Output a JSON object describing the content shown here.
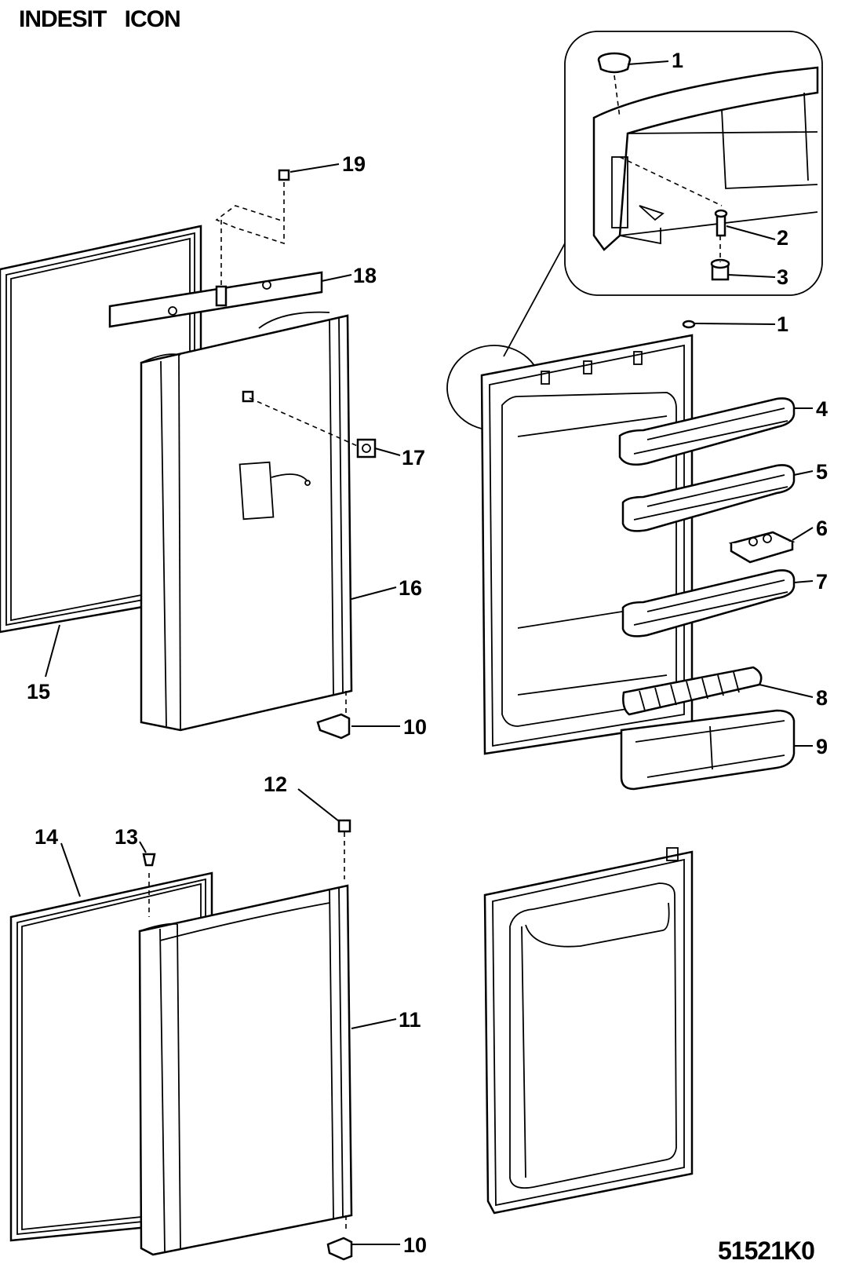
{
  "header": {
    "title": "INDESIT   ICON"
  },
  "footer": {
    "drawing_code": "51521K0"
  },
  "callouts": {
    "c1_top": "1",
    "c2": "2",
    "c3": "3",
    "c1": "1",
    "c4": "4",
    "c5": "5",
    "c6": "6",
    "c7": "7",
    "c8": "8",
    "c9": "9",
    "c10_top": "10",
    "c10_bottom": "10",
    "c11": "11",
    "c12": "12",
    "c13": "13",
    "c14": "14",
    "c15": "15",
    "c16": "16",
    "c17": "17",
    "c18": "18",
    "c19": "19"
  }
}
